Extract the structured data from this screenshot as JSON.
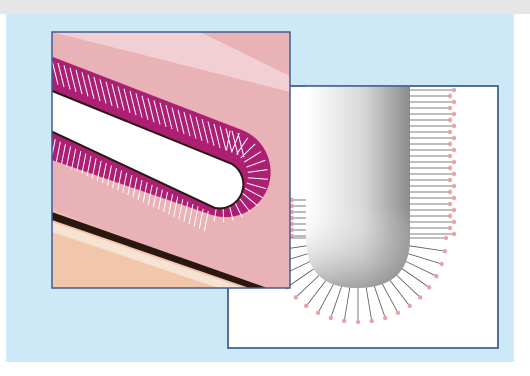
{
  "image": {
    "subject": "schematic-illustration",
    "colors": {
      "page_background": "#ffffff",
      "top_strip": "#e6e6e6",
      "backdrop_panel": "#cde9f8",
      "frame_border": "#3d5e93",
      "pink_membrane": "#ad1f73",
      "light_pink_region": "#e8b2b6",
      "peach_band": "#f1c6aa",
      "dark_layer": "#2a1712",
      "lipid_head_pink": "#e6a3a8",
      "tube_shading_light": "#ffffff",
      "tube_shading_dark": "#8c8c8c"
    },
    "icons": [
      "lipid-bilayer-tube-illustration",
      "rounded-tube-with-lipid-fringe-illustration"
    ]
  }
}
